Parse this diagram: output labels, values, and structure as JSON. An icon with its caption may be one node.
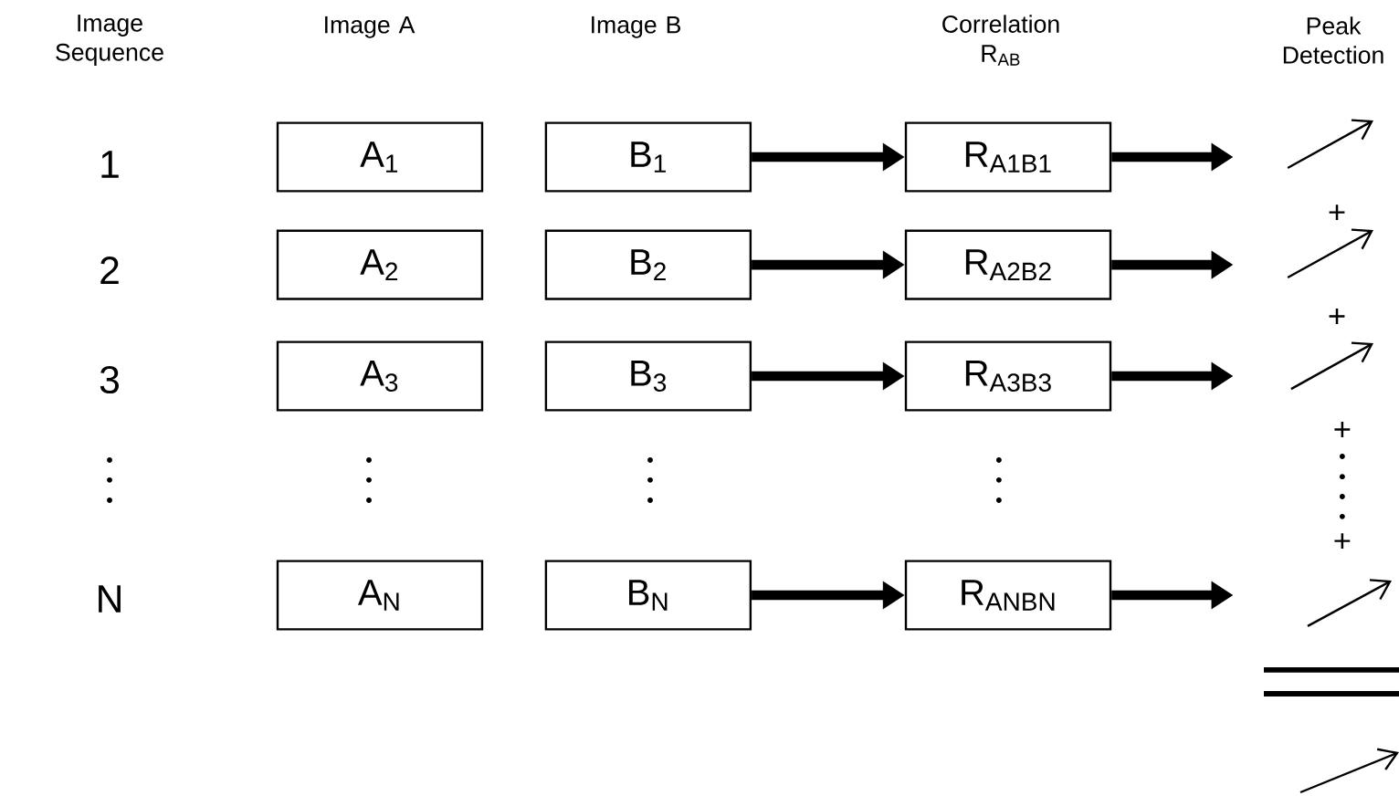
{
  "diagram": {
    "nodes": [
      {
        "text": [
          "A$_{1}$"
        ]
      },
      {
        "text": [
          "A$_{2}$"
        ]
      },
      {
        "text": [
          "A$_{3}$"
        ]
      },
      {
        "text": [
          "A$_{N}$"
        ]
      },
      {
        "text": [
          "B$_{1}$"
        ]
      },
      {
        "text": [
          "B$_{2}$"
        ]
      },
      {
        "text": [
          "B$_{3}$"
        ]
      },
      {
        "text": [
          "B$_{N}$"
        ]
      },
      {
        "text": [
          "R$_{A1B1}$"
        ]
      },
      {
        "text": [
          "R$_{A2B2}$"
        ]
      },
      {
        "text": [
          "R$_{A3B3}$"
        ]
      },
      {
        "text": [
          "R$_{ANBN}$"
        ]
      }
    ],
    "edges": [
      {
        "from": 4,
        "to": 8,
        "arrow": "to"
      },
      {
        "from": 8,
        "to": null,
        "arrow": "to"
      },
      {
        "from": 5,
        "to": 9,
        "arrow": "to"
      },
      {
        "from": 9,
        "to": null,
        "arrow": "to"
      },
      {
        "from": 6,
        "to": 10,
        "arrow": "to"
      },
      {
        "from": 10,
        "to": null,
        "arrow": "to"
      },
      {
        "from": 7,
        "to": 11,
        "arrow": "to"
      },
      {
        "from": 11,
        "to": null,
        "arrow": "to"
      }
    ],
    "labels": [
      "Image Sequence",
      "Image A",
      "Image B",
      "Correlation R$_{AB}$",
      "Peak Detection",
      "1",
      "+",
      "2",
      "+",
      "3",
      "+",
      "+",
      "N"
    ]
  }
}
